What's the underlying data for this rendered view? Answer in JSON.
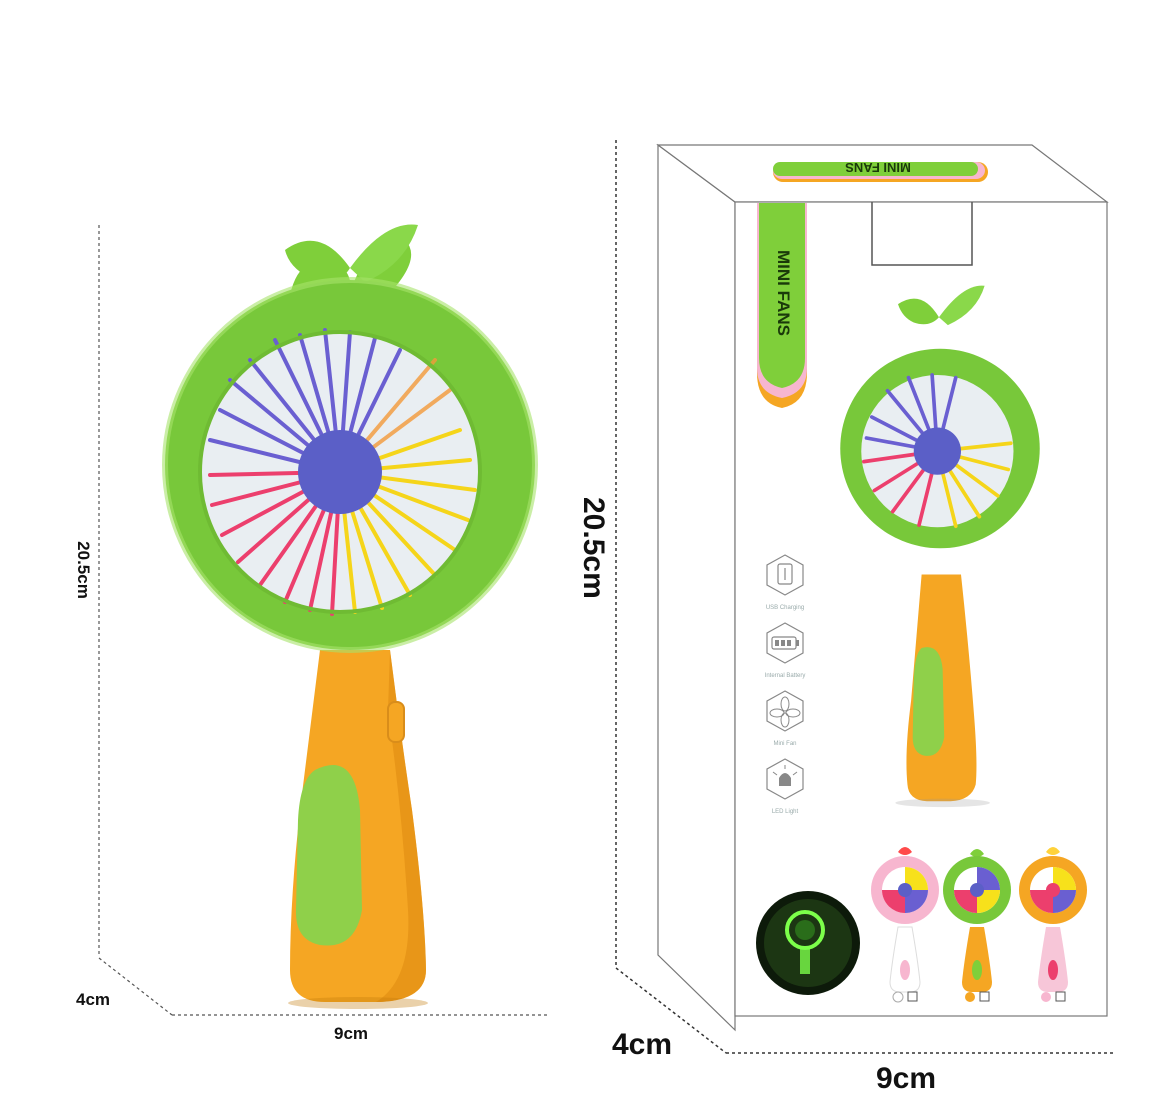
{
  "left_product": {
    "height_label": "20.5cm",
    "depth_label": "4cm",
    "width_label": "9cm"
  },
  "box": {
    "brand_label": "MINI FANS",
    "top_label": "MINI FANS",
    "height_label": "20.5cm",
    "depth_label": "4cm",
    "width_label": "9cm",
    "features": [
      {
        "icon": "usb-charging-icon",
        "label": "USB Charging"
      },
      {
        "icon": "battery-icon",
        "label": "Internal Battery"
      },
      {
        "icon": "fan-icon",
        "label": "Mini Fan"
      },
      {
        "icon": "led-light-icon",
        "label": "LED Light"
      }
    ]
  },
  "colors": {
    "green": "#7fcf3a",
    "orange": "#f5a623",
    "blue": "#5b5fc7",
    "yellow": "#f7e11b",
    "pink": "#e8406e",
    "pink_variant": "#f7b6cf"
  }
}
